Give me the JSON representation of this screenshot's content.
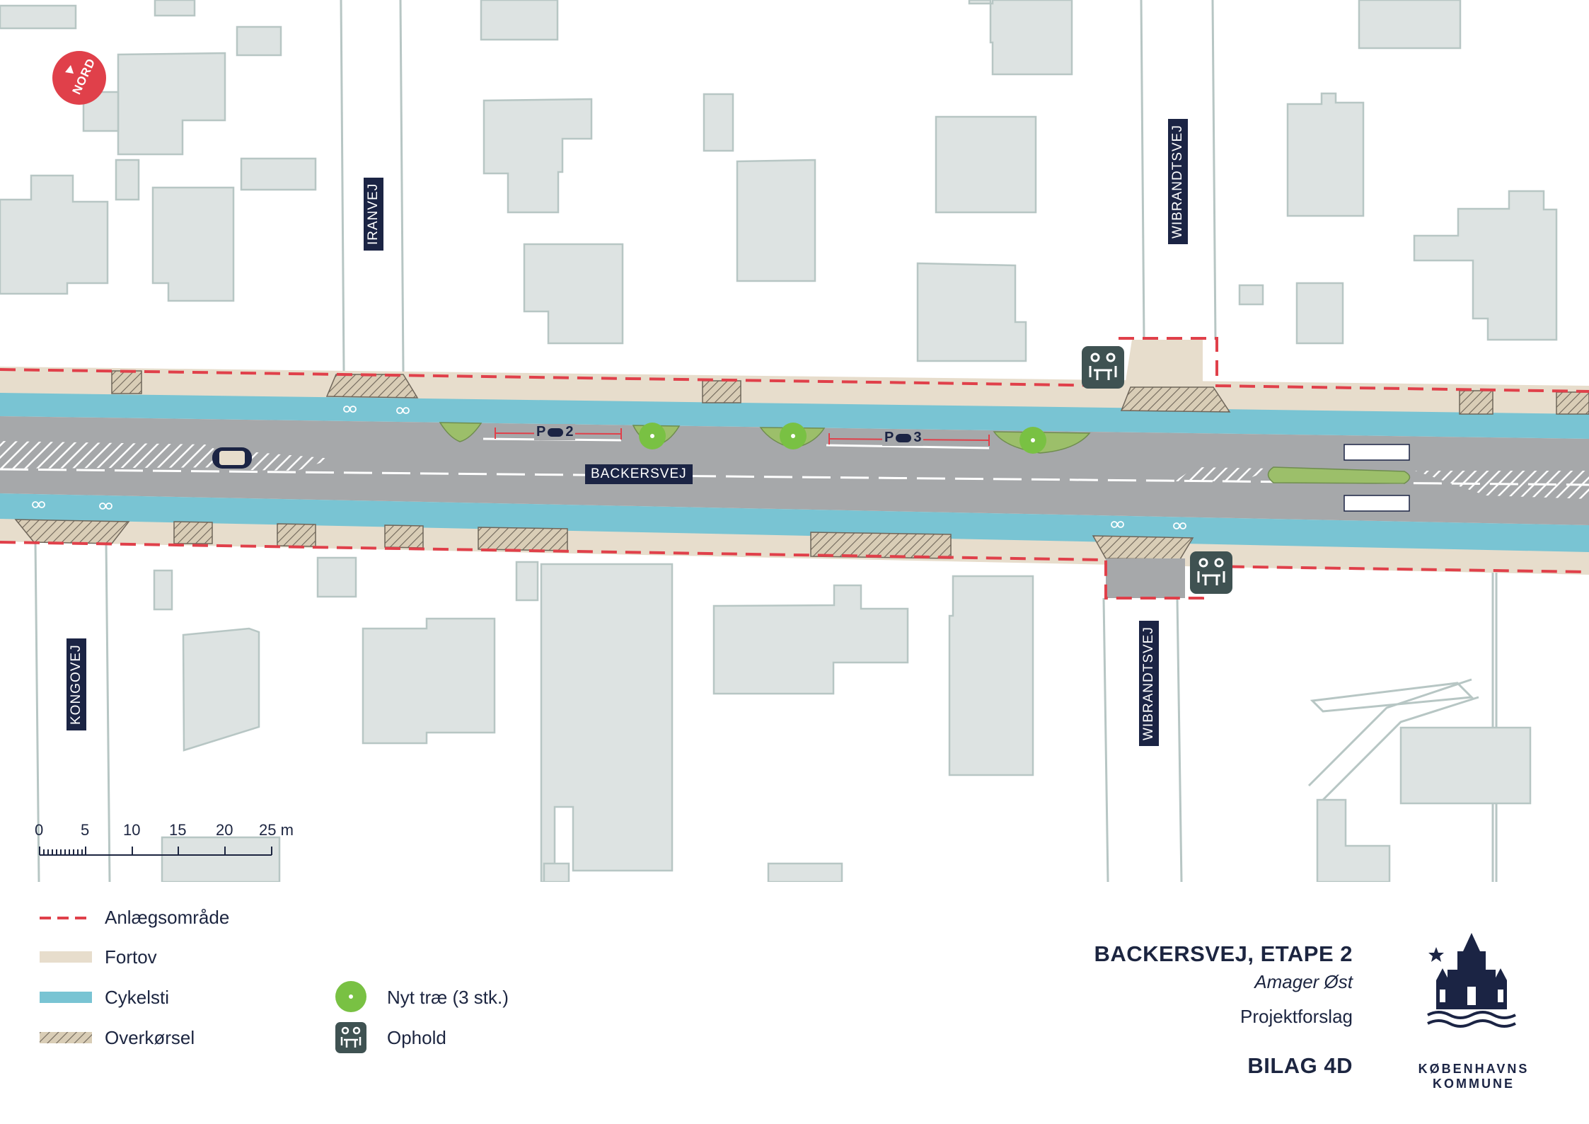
{
  "north_label": "NORD",
  "streets": {
    "main": "BACKERSVEJ",
    "iranvej": "IRANVEJ",
    "wibrandtsvej_north": "WIBRANDTSVEJ",
    "wibrandtsvej_south": "WIBRANDTSVEJ",
    "kongovej": "KONGOVEJ"
  },
  "parking": [
    {
      "letter": "P",
      "count": "2"
    },
    {
      "letter": "P",
      "count": "3"
    }
  ],
  "scale_bar": {
    "ticks": [
      "0",
      "5",
      "10",
      "15",
      "20",
      "25 m"
    ]
  },
  "legend": {
    "anlaeg": "Anlægsområde",
    "fortov": "Fortov",
    "cykelsti": "Cykelsti",
    "overkoersel": "Overkørsel",
    "nyt_trae": "Nyt træ (3 stk.)",
    "ophold": "Ophold"
  },
  "title": {
    "main": "BACKERSVEJ, ETAPE 2",
    "area": "Amager Øst",
    "type": "Projektforslag",
    "bilag": "BILAG 4D"
  },
  "logo_text": "KØBENHAVNS KOMMUNE",
  "colors": {
    "building": "#dde3e2",
    "building_stroke": "#b7c6c4",
    "sidewalk": "#e7ddcc",
    "cycle_path": "#79c4d3",
    "road": "#a6a8aa",
    "green": "#9cbf6a",
    "tree": "#79c143",
    "boundary": "#e0404a",
    "navy": "#1b2444",
    "ophold": "#3f5252",
    "north": "#e0404a"
  }
}
